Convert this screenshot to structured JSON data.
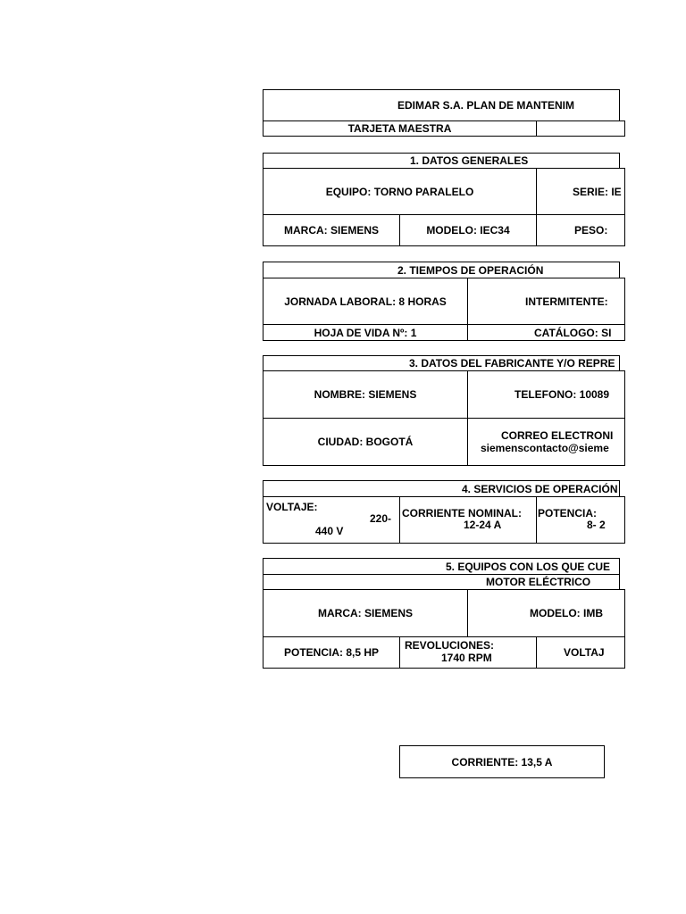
{
  "header": {
    "title": "EDIMAR S.A. PLAN DE MANTENIM",
    "subtitle": "TARJETA MAESTRA"
  },
  "general": {
    "section_title": "1. DATOS GENERALES",
    "equipo": "EQUIPO: TORNO PARALELO",
    "serie": "SERIE: IE",
    "marca": "MARCA: SIEMENS",
    "modelo": "MODELO: IEC34",
    "peso": "PESO:"
  },
  "operation_times": {
    "section_title": "2. TIEMPOS DE OPERACIÓN",
    "jornada": "JORNADA LABORAL: 8 HORAS",
    "intermitente": "INTERMITENTE:",
    "hoja_de_vida": "HOJA DE VIDA Nº: 1",
    "catalogo": "CATÁLOGO: SI"
  },
  "manufacturer": {
    "section_title": "3. DATOS DEL FABRICANTE Y/O REPRE",
    "nombre": "NOMBRE: SIEMENS",
    "telefono": "TELEFONO: 10089",
    "ciudad": "CIUDAD: BOGOTÁ",
    "correo_label": "CORREO ELECTRONI",
    "correo_value": "siemenscontacto@sieme"
  },
  "services": {
    "section_title": "4. SERVICIOS DE OPERACIÓN",
    "voltaje_label": "VOLTAJE:",
    "voltaje_value_a": "220-",
    "voltaje_value_b": "440 V",
    "corriente_label": "CORRIENTE NOMINAL:",
    "corriente_value": "12-24 A",
    "potencia_label": "POTENCIA:",
    "potencia_value": "8- 2"
  },
  "equipment": {
    "section_title": "5. EQUIPOS CON LOS QUE CUE",
    "subsection_title": "MOTOR ELÉCTRICO",
    "marca": "MARCA: SIEMENS",
    "modelo": "MODELO: IMB",
    "potencia": "POTENCIA: 8,5 HP",
    "revoluciones_label": "REVOLUCIONES:",
    "revoluciones_value": "1740 RPM",
    "voltaje": "VOLTAJ",
    "corriente": "CORRIENTE: 13,5 A"
  }
}
